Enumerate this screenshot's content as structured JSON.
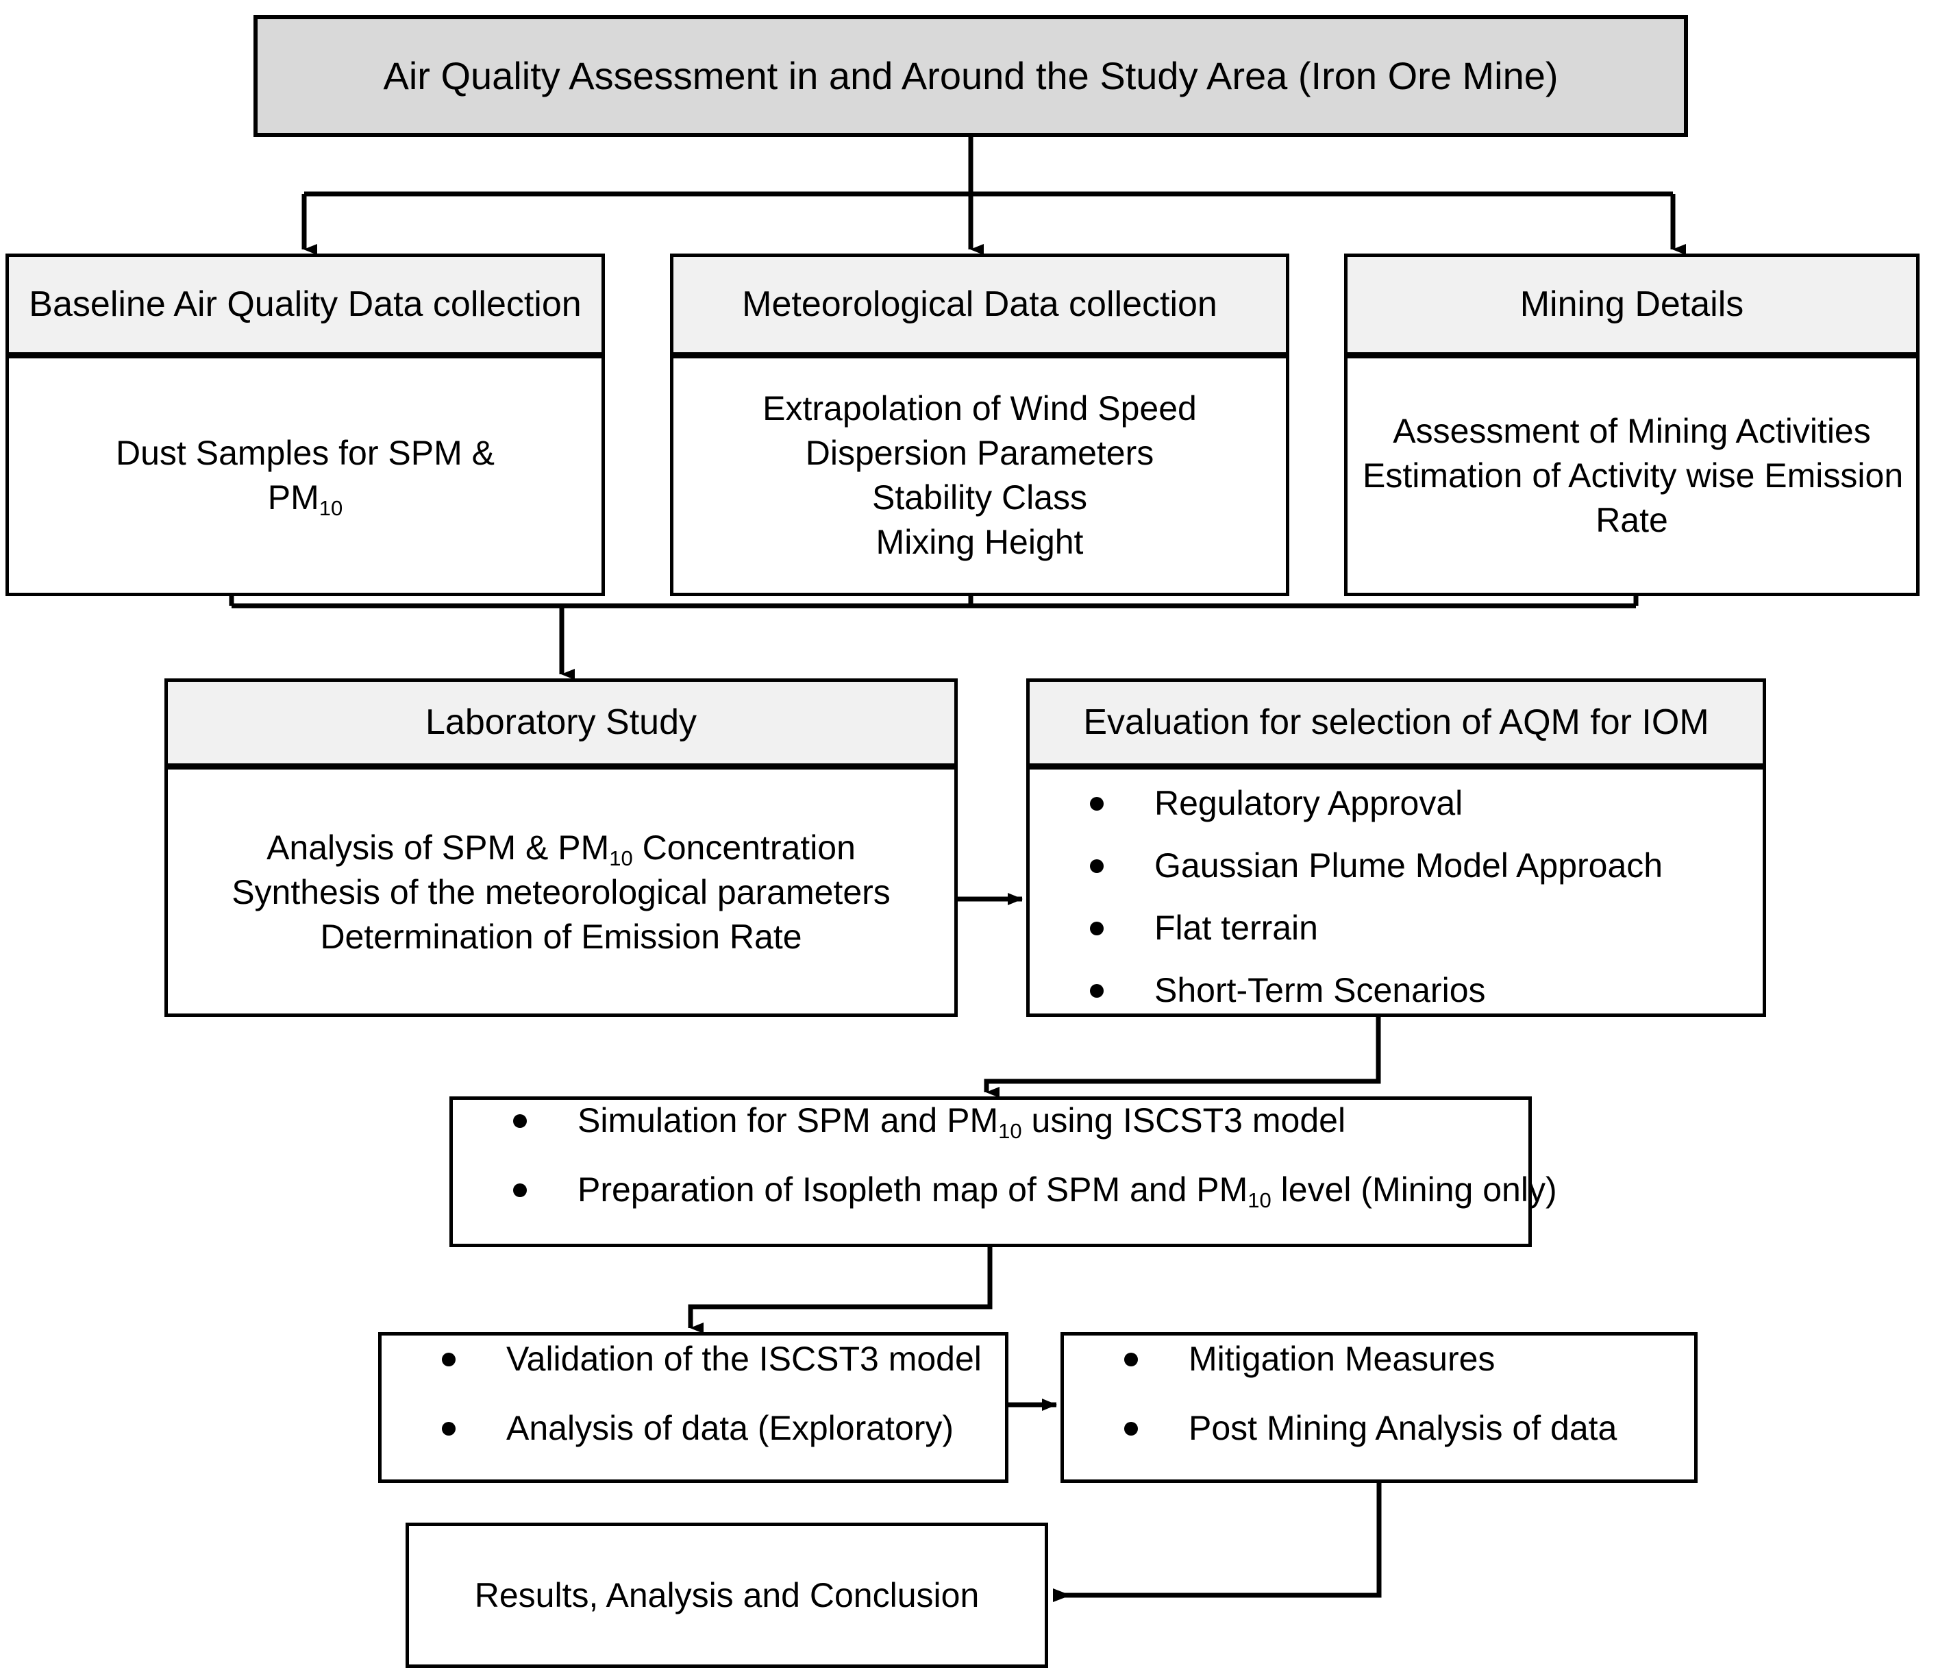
{
  "diagram": {
    "title": "Air Quality Assessment Methodology Flowchart",
    "colors": {
      "title_header_fill": "#d9d9d9",
      "section_header_fill": "#f1f1f1",
      "body_fill": "#ffffff",
      "stroke": "#000000",
      "background": "#ffffff"
    },
    "root": {
      "label": "Air Quality Assessment in and Around the Study Area (Iron Ore Mine)"
    },
    "nodes": {
      "baseline": {
        "header": "Baseline Air Quality Data collection",
        "lines": [
          "Dust Samples for SPM &",
          "PM10"
        ],
        "line1": "Dust Samples for SPM &",
        "line2_base": "PM",
        "line2_sub": "10"
      },
      "meteorological": {
        "header": "Meteorological Data collection",
        "lines": [
          "Extrapolation of Wind Speed",
          "Dispersion Parameters",
          "Stability Class",
          "Mixing Height"
        ]
      },
      "mining_details": {
        "header": "Mining Details",
        "lines": [
          "Assessment of Mining Activities",
          "Estimation of Activity wise Emission",
          "Rate"
        ]
      },
      "laboratory": {
        "header": "Laboratory Study",
        "line1_a": "Analysis of SPM & PM",
        "line1_sub": "10",
        "line1_b": " Concentration",
        "line2": "Synthesis of the meteorological parameters",
        "line3": "Determination of Emission Rate"
      },
      "evaluation": {
        "header": "Evaluation for selection of AQM for IOM",
        "bullets": [
          "Regulatory Approval",
          "Gaussian Plume Model Approach",
          "Flat terrain",
          "Short-Term Scenarios"
        ]
      },
      "simulation": {
        "bullet1_a": "Simulation for SPM and PM",
        "bullet1_sub": "10",
        "bullet1_b": " using ISCST3 model",
        "bullet2_a": "Preparation of Isopleth map of SPM and PM",
        "bullet2_sub": "10",
        "bullet2_b": " level (Mining only)"
      },
      "validation": {
        "bullets": [
          "Validation of the ISCST3 model",
          "Analysis of data (Exploratory)"
        ]
      },
      "mitigation": {
        "bullets": [
          "Mitigation Measures",
          "Post Mining Analysis of data"
        ]
      },
      "results": {
        "label": "Results, Analysis and Conclusion"
      }
    },
    "edges": [
      {
        "from": "root",
        "to": "baseline",
        "style": "orthogonal-down-arrow"
      },
      {
        "from": "root",
        "to": "meteorological",
        "style": "orthogonal-down-arrow"
      },
      {
        "from": "root",
        "to": "mining_details",
        "style": "orthogonal-down-arrow"
      },
      {
        "from": "baseline",
        "to": "laboratory",
        "style": "merge-down-arrow"
      },
      {
        "from": "meteorological",
        "to": "laboratory",
        "style": "merge-down-arrow"
      },
      {
        "from": "mining_details",
        "to": "laboratory",
        "style": "merge-down-arrow"
      },
      {
        "from": "laboratory",
        "to": "evaluation",
        "style": "right-arrow"
      },
      {
        "from": "evaluation",
        "to": "simulation",
        "style": "orthogonal-down-arrow"
      },
      {
        "from": "simulation",
        "to": "validation",
        "style": "orthogonal-down-arrow"
      },
      {
        "from": "validation",
        "to": "mitigation",
        "style": "right-arrow"
      },
      {
        "from": "mitigation",
        "to": "results",
        "style": "orthogonal-left-arrow"
      }
    ]
  }
}
